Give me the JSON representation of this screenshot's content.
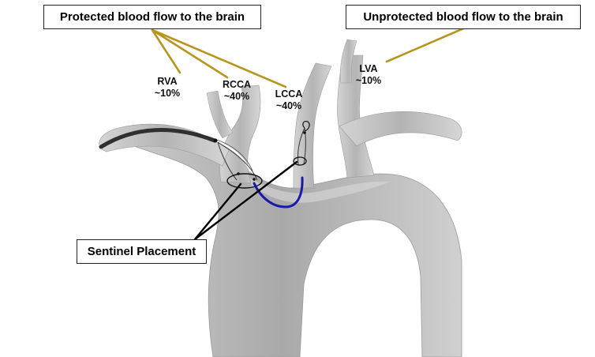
{
  "callouts": {
    "protected": "Protected blood flow to the brain",
    "unprotected": "Unprotected blood flow to the brain",
    "sentinel": "Sentinel Placement"
  },
  "vessels": {
    "rva": {
      "name": "RVA",
      "flow": "~10%"
    },
    "rcca": {
      "name": "RCCA",
      "flow": "~40%"
    },
    "lcca": {
      "name": "LCCA",
      "flow": "~40%"
    },
    "lva": {
      "name": "LVA",
      "flow": "~10%"
    }
  },
  "colors": {
    "leader_line": "#b8961e",
    "pointer_line": "#000000",
    "catheter": "#333333",
    "guidewire": "#1a1aa8",
    "vessel_fill": "#b9b9b9"
  }
}
